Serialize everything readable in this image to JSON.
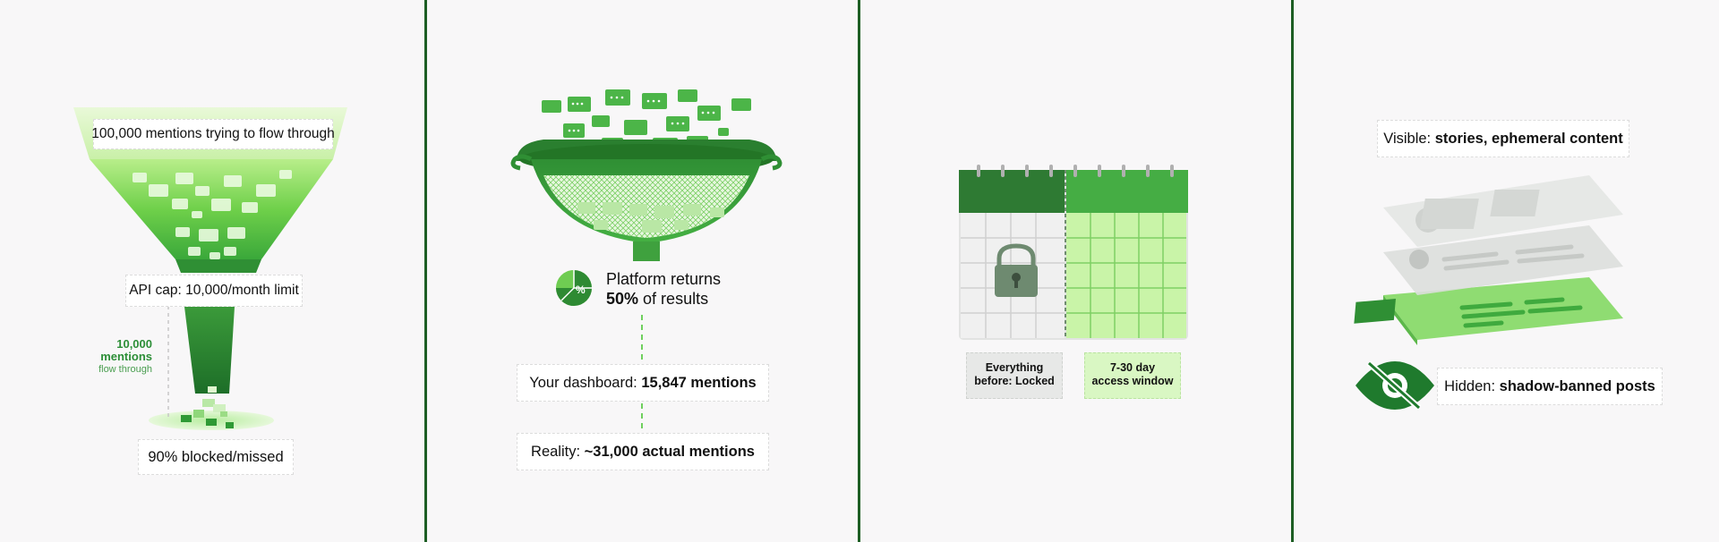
{
  "colors": {
    "divider": "#1d5e24",
    "dark_green": "#1f7a2d",
    "mid_green": "#3fae3f",
    "light_green": "#9be07a",
    "pale_green": "#dcf7c8"
  },
  "panel1": {
    "top_label": "100,000 mentions trying to flow through",
    "cap_label": "API cap: 10,000/month limit",
    "flow_count": "10,000",
    "flow_word": "mentions",
    "flow_sub": "flow through",
    "bottom_label": "90% blocked/missed"
  },
  "panel2": {
    "stat_line1": "Platform returns",
    "stat_pct": "50%",
    "stat_rest": "of results",
    "pie_symbol": "%",
    "dashboard_prefix": "Your dashboard:",
    "dashboard_value": "15,847 mentions",
    "reality_prefix": "Reality:",
    "reality_value": "~31,000 actual mentions"
  },
  "panel3": {
    "locked_line1": "Everything",
    "locked_line2": "before: Locked",
    "window_line1": "7-30 day",
    "window_line2": "access window",
    "icons": [
      "calendar-icon",
      "lock-icon"
    ]
  },
  "panel4": {
    "visible_prefix": "Visible:",
    "visible_value": "stories, ephemeral content",
    "hidden_prefix": "Hidden:",
    "hidden_value": "shadow-banned posts",
    "icons": [
      "eye-slash-icon",
      "stacked-layers-icon"
    ]
  }
}
